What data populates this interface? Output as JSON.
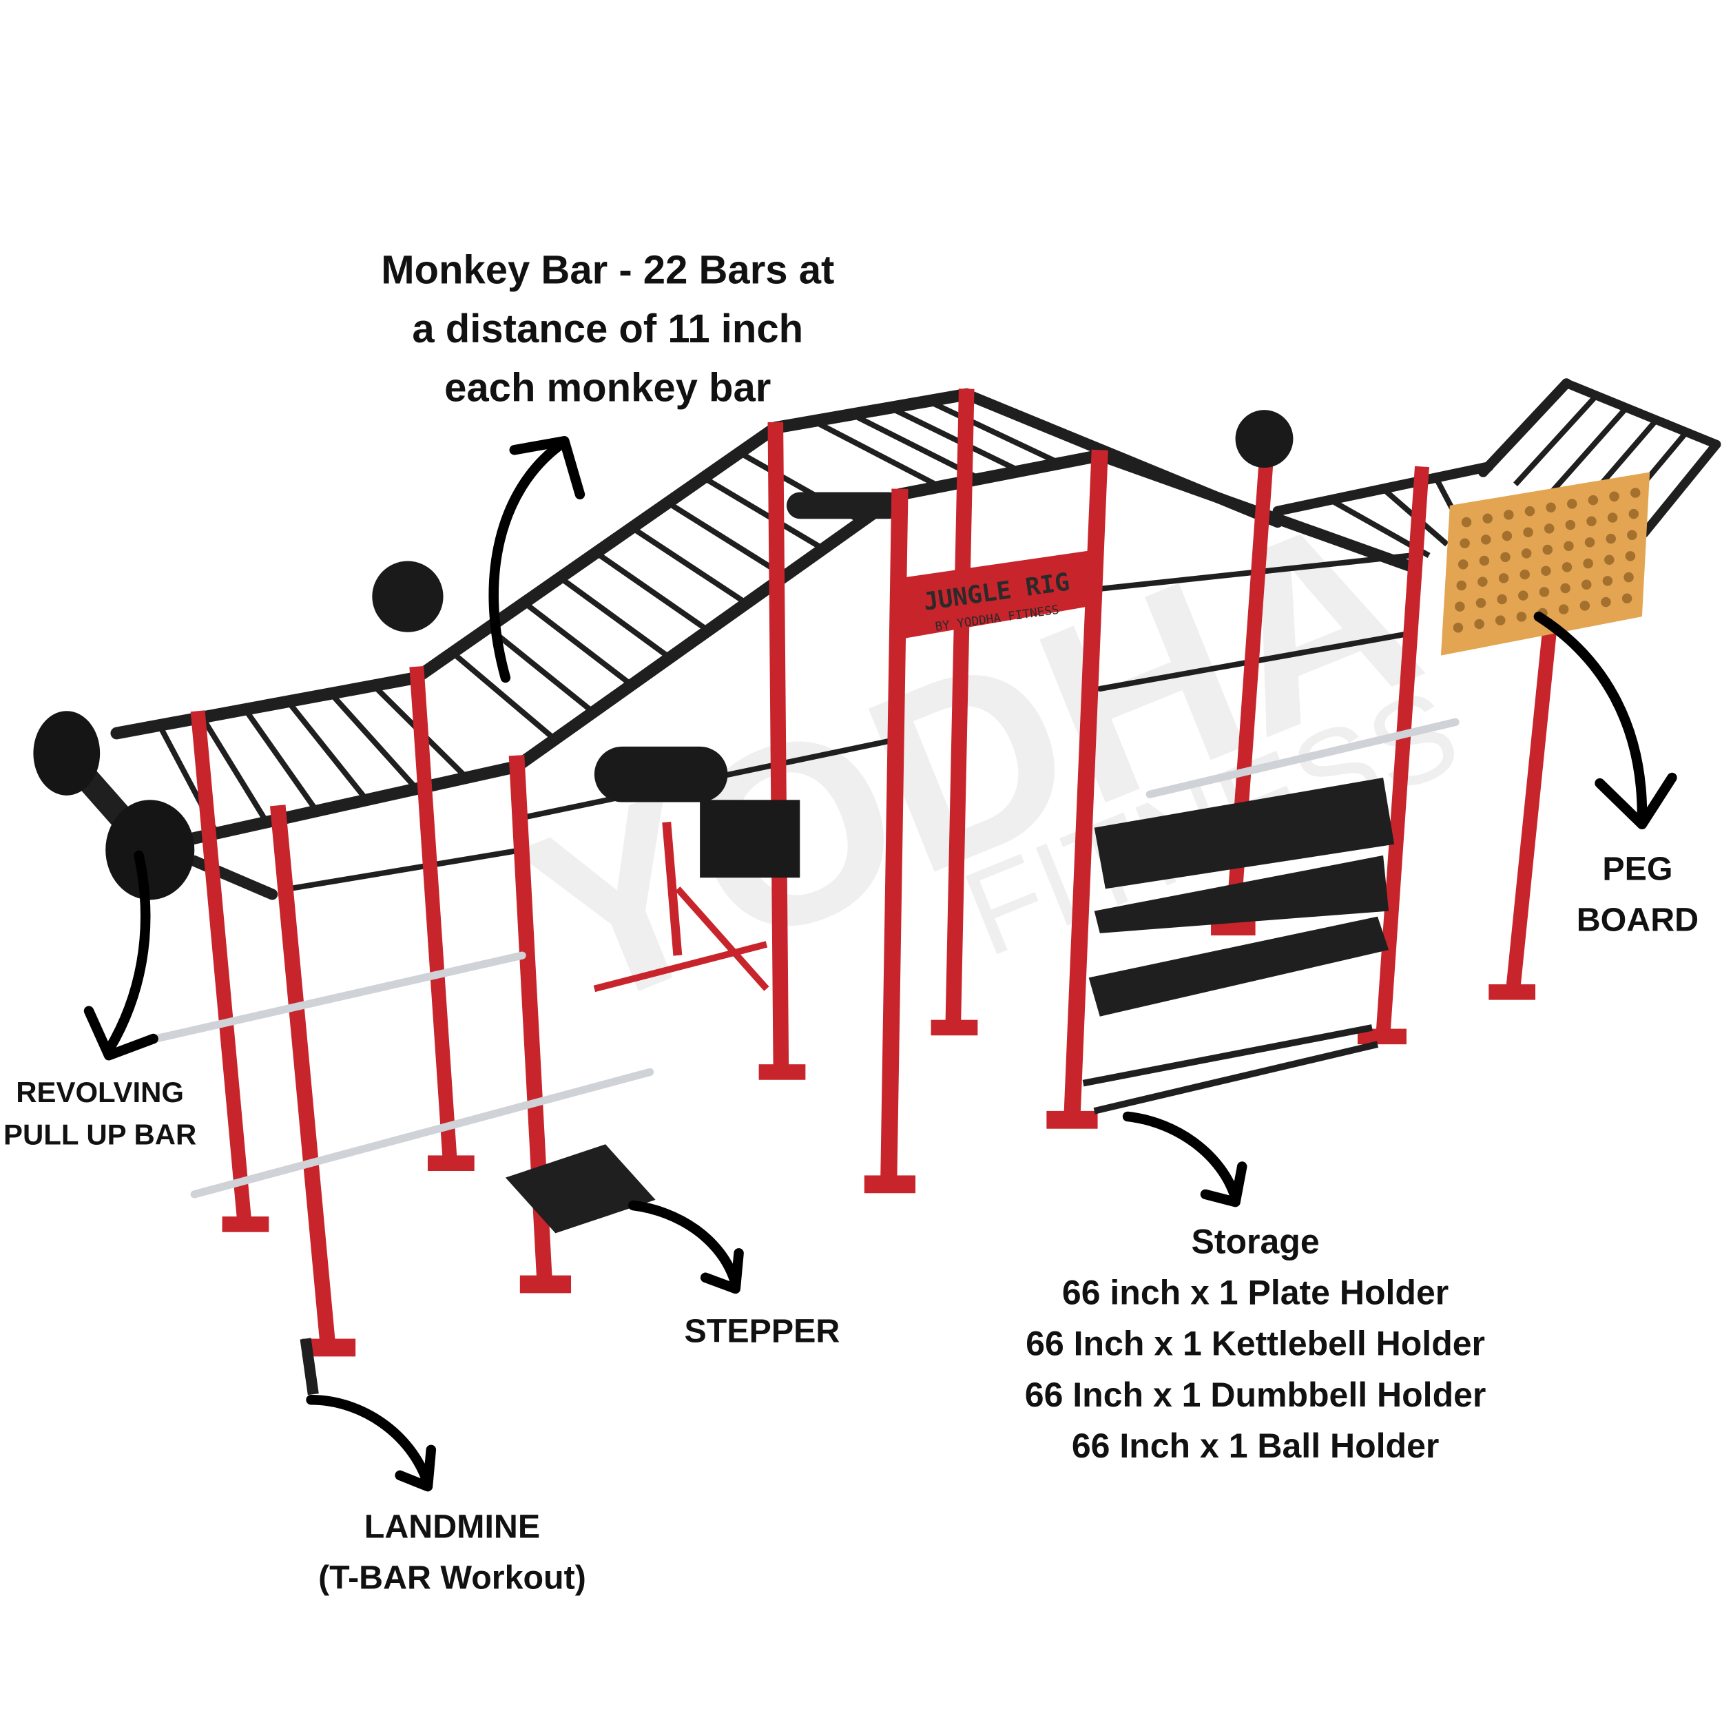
{
  "colors": {
    "frame_red": "#c8242b",
    "frame_black": "#1f1f1f",
    "pegboard": "#e3a552",
    "text": "#111111"
  },
  "labels": {
    "monkey_bar": [
      "Monkey Bar - 22 Bars at",
      "a distance of 11 inch",
      "each  monkey bar"
    ],
    "revolving": [
      "REVOLVING",
      "PULL UP BAR"
    ],
    "peg_board": [
      "PEG",
      "BOARD"
    ],
    "stepper": "STEPPER",
    "storage": [
      "Storage",
      "66 inch x 1 Plate Holder",
      "66 Inch x 1 Kettlebell Holder",
      "66 Inch x 1 Dumbbell Holder",
      "66 Inch x 1 Ball Holder"
    ],
    "landmine": [
      "LANDMINE",
      "(T-BAR Workout)"
    ]
  },
  "sign": {
    "title": "JUNGLE RIG",
    "subtitle": "BY YODDHA FITNESS"
  },
  "watermark": {
    "brand": "YODHA",
    "sub": "FITNESS"
  }
}
